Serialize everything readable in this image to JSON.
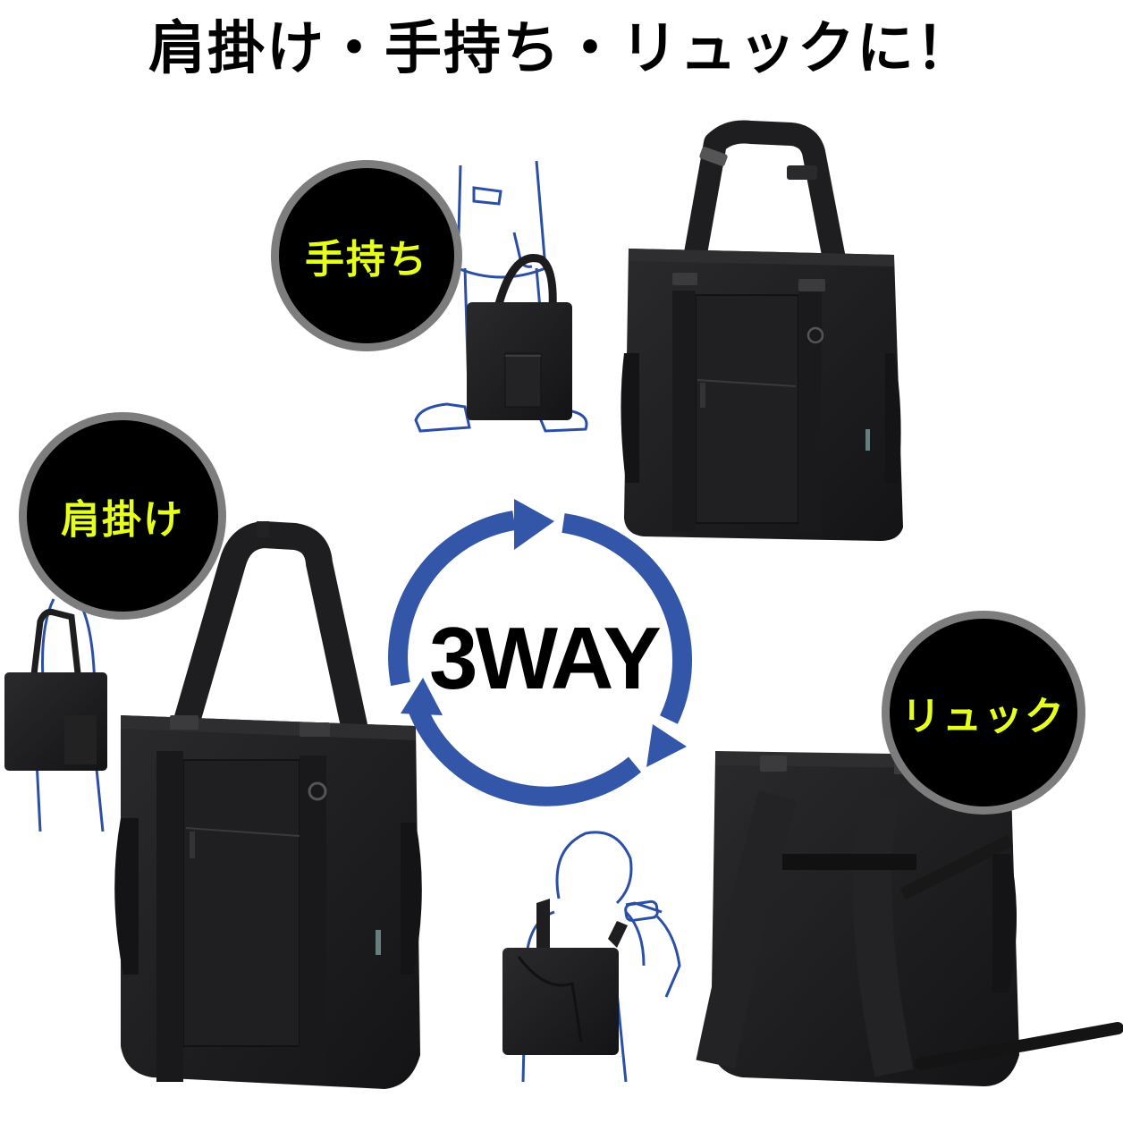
{
  "headline": "肩掛け・手持ち・リュックに！",
  "center_badge": {
    "label": "3WAY",
    "arrow_color": "#3356a8"
  },
  "modes": [
    {
      "id": "hand",
      "label": "手持ち"
    },
    {
      "id": "shoulder",
      "label": "肩掛け"
    },
    {
      "id": "backpack",
      "label": "リュック"
    }
  ],
  "colors": {
    "badge_fill": "#000000",
    "badge_ring": "#7d7d7d",
    "badge_text": "#e6ff1e",
    "illustration_line": "#2c4fa6",
    "bag": "#1c1c1e"
  }
}
